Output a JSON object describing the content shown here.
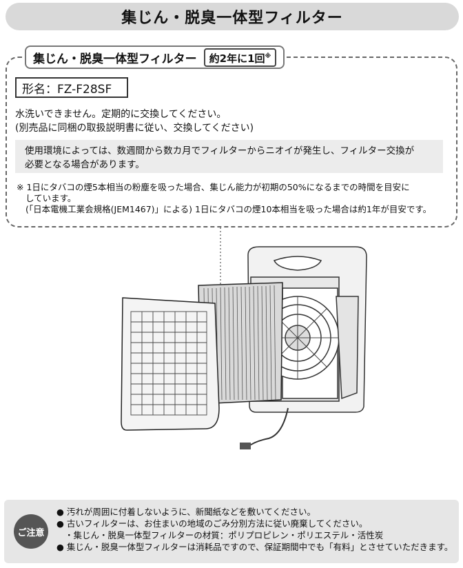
{
  "page_title": "集じん・脱臭一体型フィルター",
  "panel": {
    "tab_title": "集じん・脱臭一体型フィルター",
    "frequency": "約2年に1回",
    "frequency_mark": "※",
    "model": "形名：FZ-F28SF",
    "line1": "水洗いできません。定期的に交換してください。",
    "line2": "(別売品に同梱の取扱説明書に従い、交換してください)",
    "note_line1": "使用環境によっては、数週間から数カ月でフィルターからニオイが発生し、フィルター交換が",
    "note_line2": "必要となる場合があります。",
    "footnote_line1": "※ 1日にタバコの煙5本相当の粉塵を吸った場合、集じん能力が初期の50%になるまでの時間を目安に",
    "footnote_line2": "しています。",
    "footnote_line3": "(「日本電機工業会規格(JEM1467)」による) 1日にタバコの煙10本相当を吸った場合は約1年が目安です。"
  },
  "caution": {
    "badge": "ご注意",
    "item1": "● 汚れが周囲に付着しないように、新聞紙などを敷いてください。",
    "item2": "● 古いフィルターは、お住まいの地域のごみ分別方法に従い廃棄してください。",
    "item2_sub": "・集じん・脱臭一体型フィルターの材質：ポリプロピレン・ポリエステル・活性炭",
    "item3": "● 集じん・脱臭一体型フィルターは消耗品ですので、保証期間中でも「有料」とさせていただきます。"
  }
}
